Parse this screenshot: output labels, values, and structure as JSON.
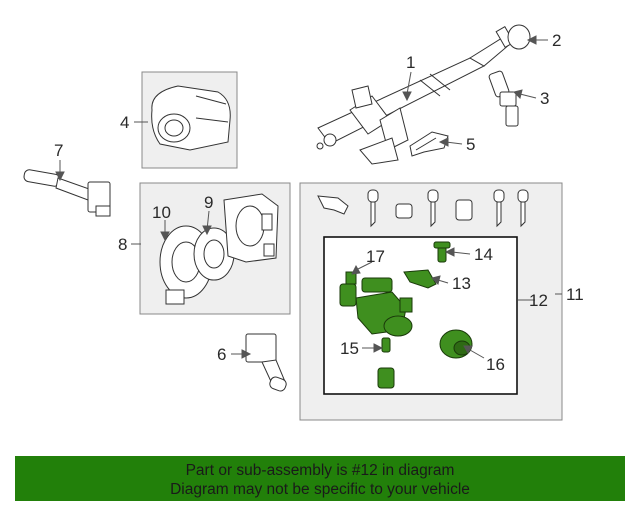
{
  "callouts": {
    "n1": "1",
    "n2": "2",
    "n3": "3",
    "n4": "4",
    "n5": "5",
    "n6": "6",
    "n7": "7",
    "n8": "8",
    "n9": "9",
    "n10": "10",
    "n11": "11",
    "n12": "12",
    "n13": "13",
    "n14": "14",
    "n15": "15",
    "n16": "16",
    "n17": "17"
  },
  "banner": {
    "line1": "Part or sub-assembly is #12 in diagram",
    "line2": "Diagram may not be specific to your vehicle"
  },
  "colors": {
    "highlight_part": "#3f8f1f",
    "banner_bg": "#22800a",
    "box_fill": "#efefef",
    "line": "#333333"
  }
}
